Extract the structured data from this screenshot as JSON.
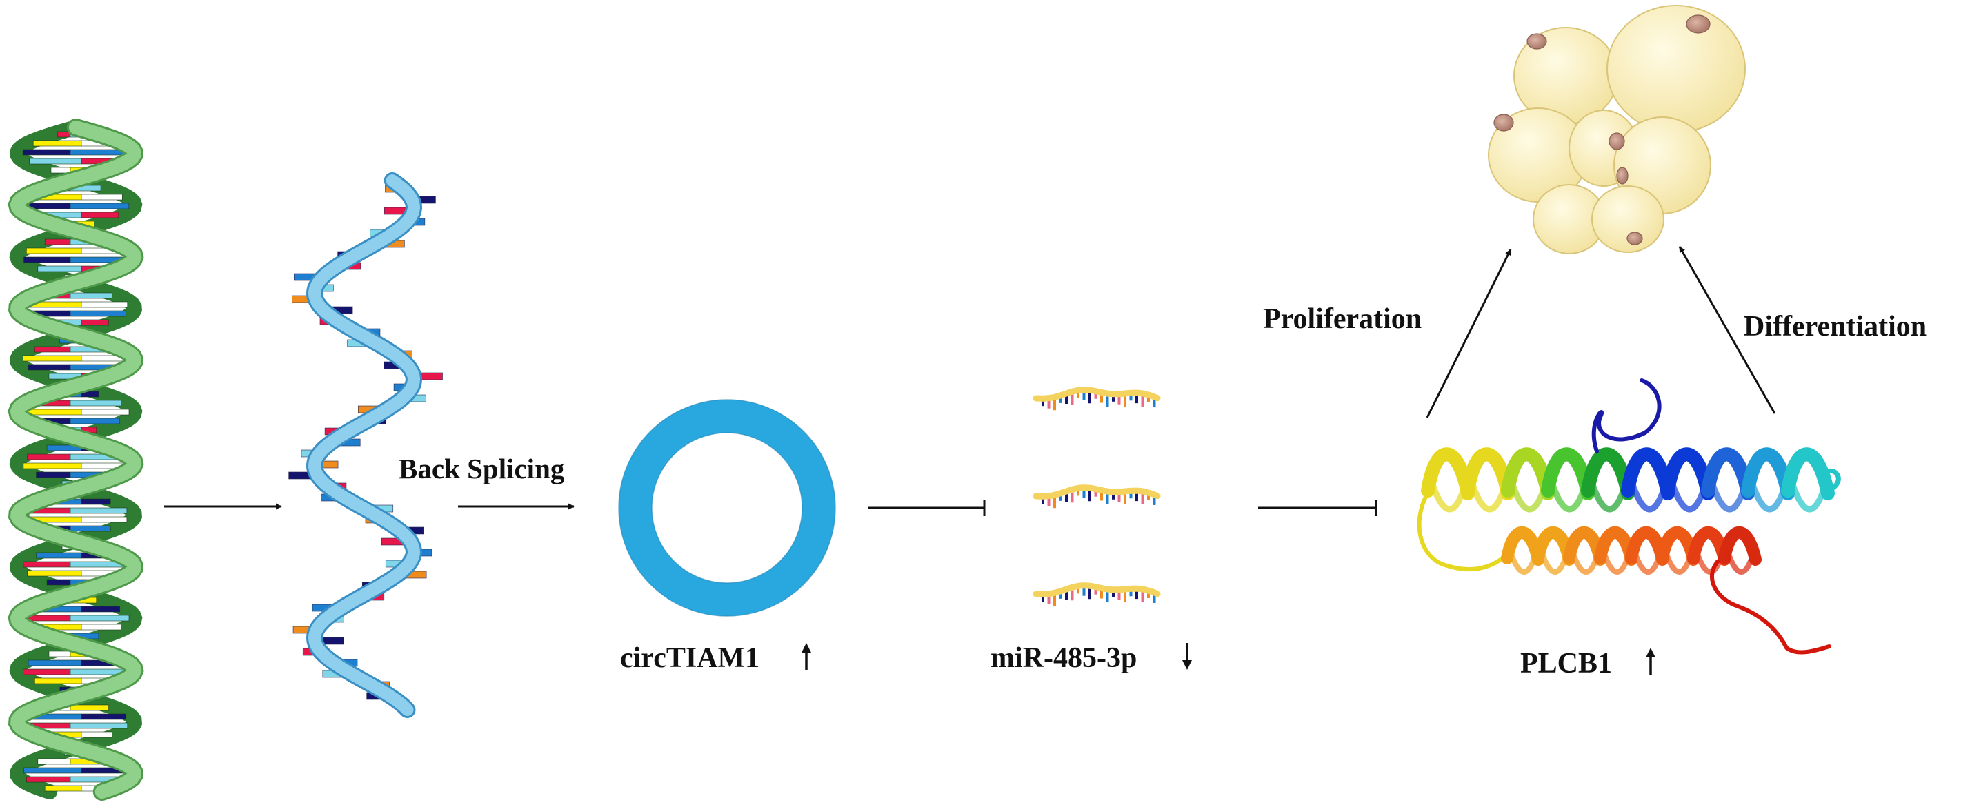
{
  "labels": {
    "back_splicing": "Back Splicing",
    "circ": "circTIAM1",
    "mir": "miR-485-3p",
    "plcb1": "PLCB1",
    "proliferation": "Proliferation",
    "differentiation": "Differentiation"
  },
  "regulation": {
    "circ": "up",
    "mir": "down",
    "plcb1": "up"
  },
  "colors": {
    "dna_strand": "#8fd08a",
    "dna_dark": "#2e7d32",
    "rna_strand": "#8ecfee",
    "rna_edge": "#3a8fc4",
    "circ_ring": "#29a8e0",
    "mirna": "#f3d25e",
    "fat_cell": "#f7ecb0",
    "nucleus": "#c79b8a",
    "base_red": "#e8174b",
    "base_yellow": "#ffee00",
    "base_navy": "#14136e",
    "base_cyan": "#7fd6e8",
    "base_orange": "#f08c1e",
    "base_blue": "#1e7fd0"
  },
  "icons": [
    "dna-double-helix-icon",
    "rna-single-strand-icon",
    "circrna-ring-icon",
    "mirna-icon",
    "protein-helix-icon",
    "adipocyte-cluster-icon"
  ]
}
